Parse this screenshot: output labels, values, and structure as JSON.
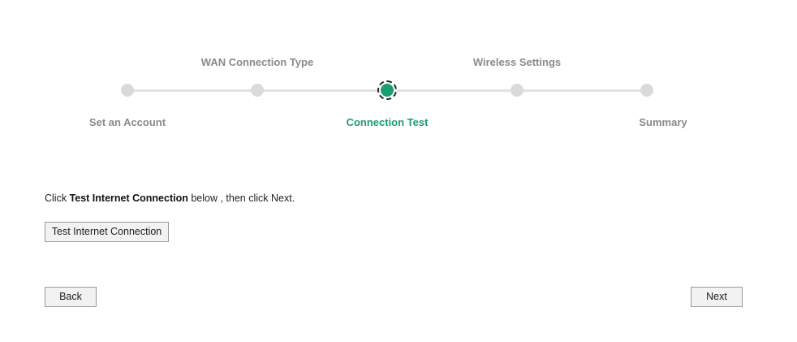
{
  "stepper": {
    "steps": [
      {
        "label": "Set an Account",
        "state": "done"
      },
      {
        "label": "WAN Connection Type",
        "state": "done"
      },
      {
        "label": "Connection Test",
        "state": "active"
      },
      {
        "label": "Wireless Settings",
        "state": "pending"
      },
      {
        "label": "Summary",
        "state": "pending"
      }
    ],
    "active_color": "#1a9e72",
    "inactive_color": "#dadada"
  },
  "instruction": {
    "prefix": "Click ",
    "emphasis": "Test Internet Connection",
    "suffix": " below , then click Next."
  },
  "buttons": {
    "test_label": "Test Internet Connection",
    "back_label": "Back",
    "next_label": "Next"
  }
}
